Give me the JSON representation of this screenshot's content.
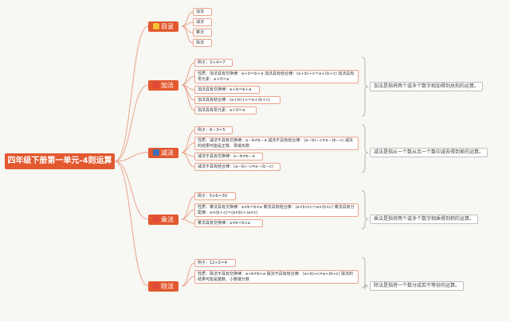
{
  "root": {
    "title": "四年级下册第一单元-4则运算"
  },
  "branches": {
    "mulu": {
      "label": "目录",
      "icon_color": "#f6c333",
      "items": [
        "加法",
        "减法",
        "乘法",
        "除法"
      ]
    },
    "jia": {
      "label": "加法",
      "icon_color": "#e0483a",
      "items": [
        "例子：3＋4＝7",
        "性质：加法具有交换律：a＋b＝b＋a 加法具有结合律：(a＋b)＋c＝a＋(b＋c) 加法具有零元素：a＋0＝a",
        "加法具有交换律：a＋b＝b＋a",
        "加法具有结合律：(a＋b)＋c＝a＋(b＋c)",
        "加法具有零元素：a＋0＝a"
      ],
      "summary": "加法是指将两个或多个数字相加得到总和的运算。"
    },
    "jian": {
      "label": "减法",
      "icon_color": "#3b6fb6",
      "items": [
        "例子：8－3＝5",
        "性质：减法不具有交换律：a－b≠b－a 减法不具有结合律：(a－b)－c≠a－(b－c) 减法的结果可能是正数、零或负数",
        "减法不具有交换律：a－b≠b－a",
        "减法不具有结合律：(a－b)－c≠a－(b－c)"
      ],
      "summary": "减法是指从一个数从另一个数中减去得到差的运算。"
    },
    "cheng": {
      "label": "乘法",
      "icon_color": "#e0483a",
      "items": [
        "例子：5×6＝30",
        "性质：乘法具有交换律：a×b＝b×a 乘法具有结合律：(a×b)×c＝a×(b×c) 乘法具有分配律：a×(b＋c)＝(a×b)＋(a×c)",
        "乘法具有交换律：a×b＝b×a"
      ],
      "summary": "乘法是指将两个或多个数字相乘得到积的运算。"
    },
    "chu": {
      "label": "除法",
      "icon_color": "#e0483a",
      "items": [
        "例子：12÷3＝4",
        "性质：除法不具有交换律：a÷b≠b÷a 除法不具有结合律：(a÷b)÷c≠a÷(b÷c) 除法的结果可能是整数、小数或分数"
      ],
      "summary": "除法是指将一个数分成若干等份的运算。"
    }
  },
  "colors": {
    "accent": "#e2582f",
    "line": "#e9a48c",
    "bracket": "#b5b5b5"
  }
}
